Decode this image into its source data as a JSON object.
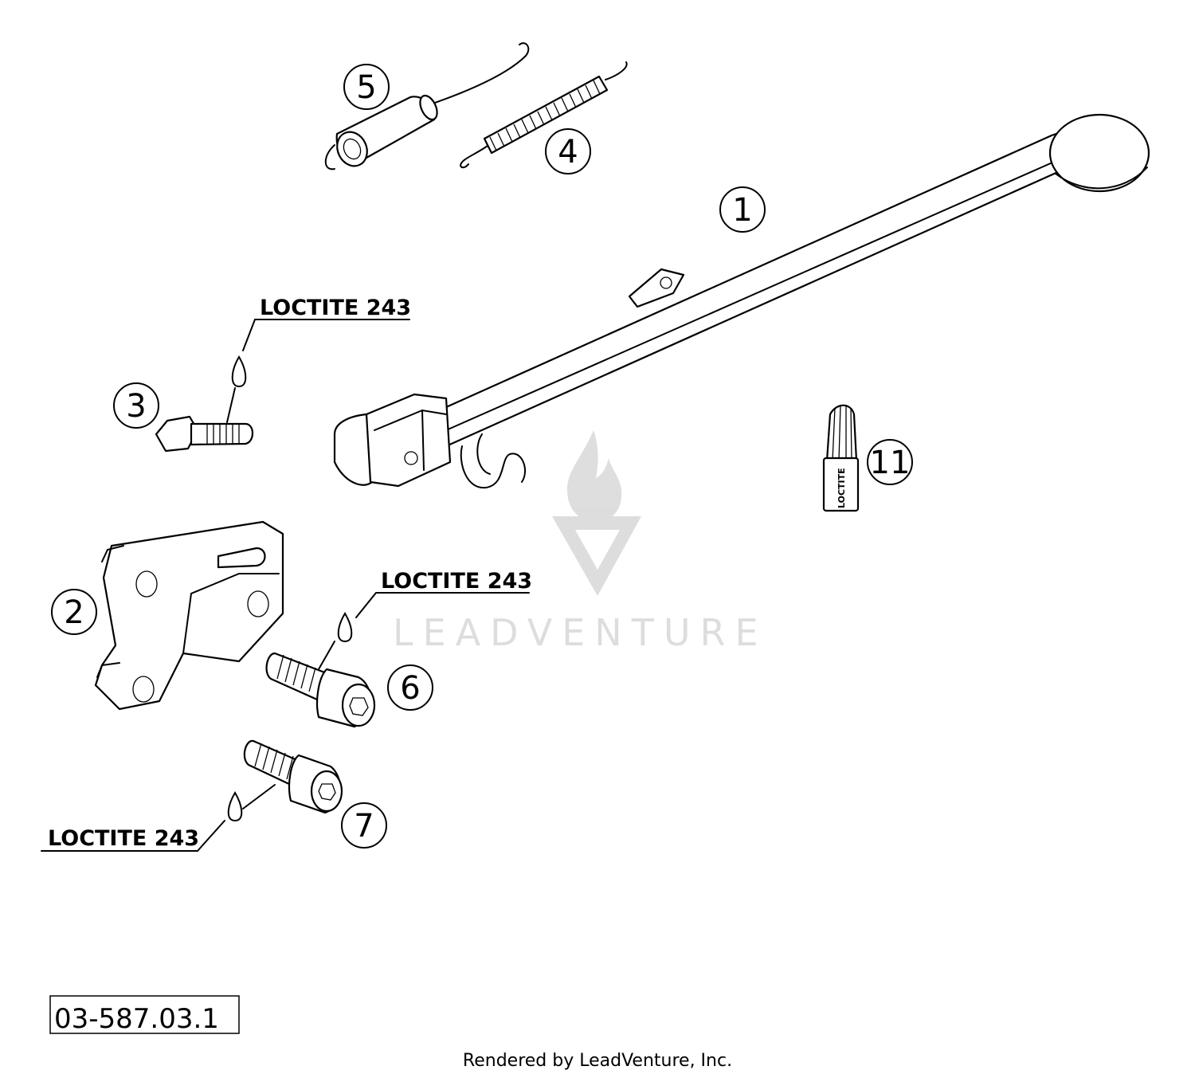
{
  "callouts": {
    "c1": "1",
    "c2": "2",
    "c3": "3",
    "c4": "4",
    "c5": "5",
    "c6": "6",
    "c7": "7",
    "c11": "11"
  },
  "notes": {
    "loctite_top": "LOCTITE 243",
    "loctite_mid": "LOCTITE 243",
    "loctite_bottom": "LOCTITE 243",
    "tube_label": "LOCTITE"
  },
  "reference_number": "03-587.03.1",
  "watermark": "LEADVENTURE",
  "footer": "Rendered by LeadVenture, Inc."
}
